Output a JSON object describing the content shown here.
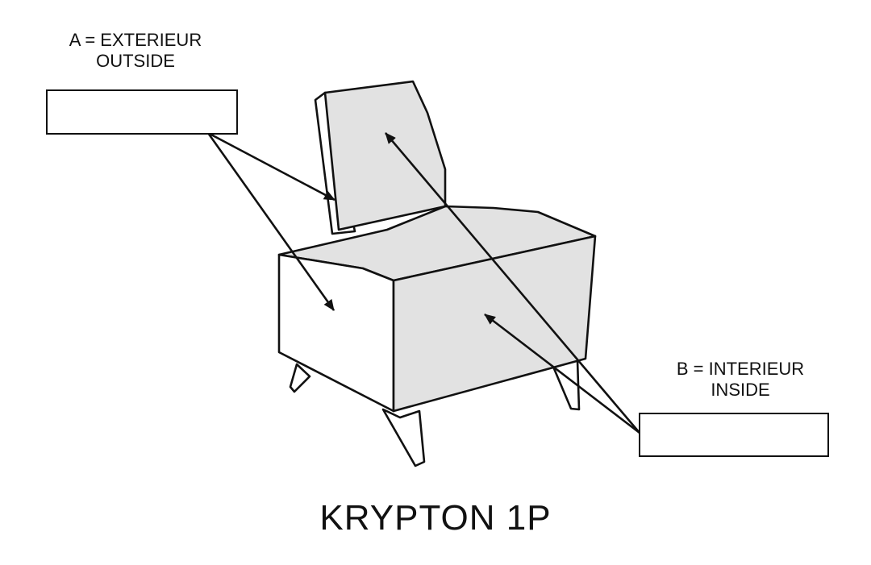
{
  "labels": {
    "a_line1": "A = EXTERIEUR",
    "a_line2": "OUTSIDE",
    "b_line1": "B = INTERIEUR",
    "b_line2": "INSIDE"
  },
  "title": "KRYPTON 1P",
  "colors": {
    "line": "#111111",
    "inside_fill": "#e2e2e2",
    "outside_fill": "#ffffff"
  }
}
